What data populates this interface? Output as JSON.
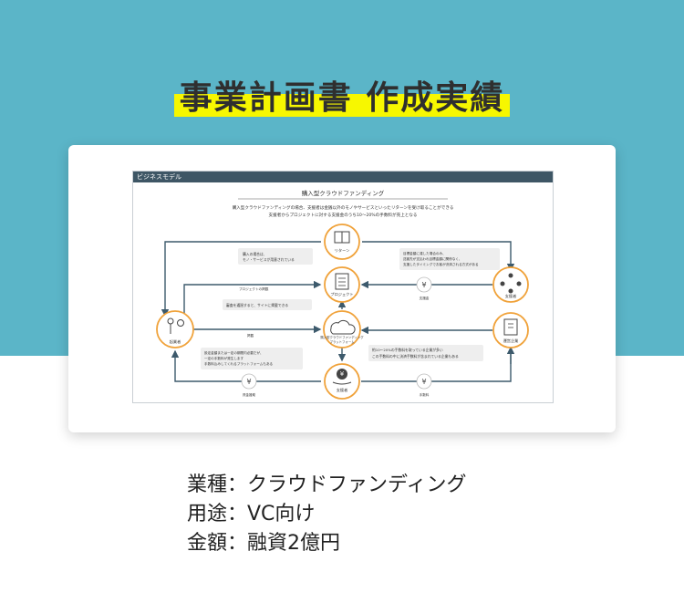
{
  "heading": {
    "title": "事業計画書 作成実績"
  },
  "slide": {
    "header": "ビジネスモデル",
    "title": "購入型クラウドファンディング",
    "description_line1": "購入型クラウドファンディングの場合、支援者は金銭以外のモノやサービスといったリターンを受け取ることができる",
    "description_line2": "支援者からプロジェクトに対する支援金のうち10～20%の手数料が売上となる",
    "nodes": {
      "return": "リターン",
      "project": "プロジェクト",
      "platform_line1": "購入型クラウドファンディング",
      "platform_line2": "プラットフォーム",
      "supporter": "支援者",
      "founder": "起業者",
      "patrons": "支援者",
      "operator": "運営企業"
    },
    "notes": {
      "return_note_line1": "購入の場合は、",
      "return_note_line2": "モノ・サービスが用意されている",
      "project_post": "プロジェクトの掲載",
      "publish_note": "審査を通過すると、サイトに掲載できる",
      "publish": "掲載",
      "fund_note_line1": "目標金額に達した場合のみ、",
      "fund_note_line2": "送客先が支払われ目標金額に関係なく、",
      "fund_note_line3": "支援したタイミングでお客が決済される方式がある",
      "support_money": "支援金",
      "rule_note_line1": "設定金額または一定の期間内必要だが、",
      "rule_note_line2": "一定の手数料が発生します",
      "rule_note_line3": "手数料込みしてくれるプラットフォームもある",
      "fee_note_line1": "約10～20%の手数料を取っている企業が多い",
      "fee_note_line2": "この手数料の中に決済手数料が含まれている企業もある",
      "funded_amount": "資金援助",
      "fee": "手数料",
      "yen": "¥"
    }
  },
  "info": {
    "industry": "業種：クラウドファンディング",
    "purpose": "用途：VC向け",
    "amount": "金額：融資2億円"
  },
  "colors": {
    "band": "#5bb5c8",
    "highlight": "#f7f700",
    "node_ring": "#f0a23a",
    "arrow": "#3d5a6c",
    "slide_header": "#3e5665"
  }
}
